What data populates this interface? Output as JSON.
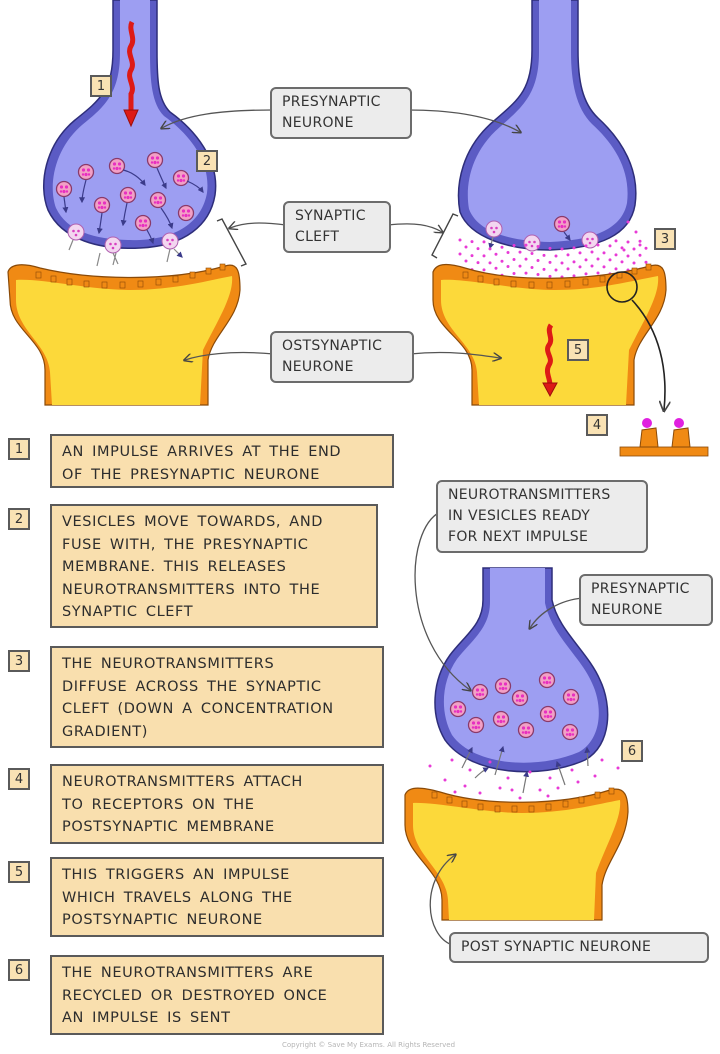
{
  "diagram": {
    "top_left_markers": [
      "1",
      "2"
    ],
    "top_right_markers": [
      "3",
      "5",
      "4"
    ],
    "bottom_marker": "6",
    "labels": {
      "presynaptic": "PRESYNAPTIC NEURONE",
      "presynaptic_line1": "PRESYNAPTIC",
      "presynaptic_line2": "NEURONE",
      "cleft_line1": "SYNAPTIC",
      "cleft_line2": "CLEFT",
      "postsynaptic_line1": "OSTSYNAPTIC",
      "postsynaptic_line2": "NEURONE",
      "vesicles_line1": "NEUROTRANSMITTERS",
      "vesicles_line2": "IN VESICLES READY",
      "vesicles_line3": "FOR NEXT IMPULSE",
      "bottom_presynaptic_line1": "PRESYNAPTIC",
      "bottom_presynaptic_line2": "NEURONE",
      "bottom_postsynaptic": "POST SYNAPTIC NEURONE"
    },
    "colors": {
      "presynaptic_fill": "#9d9ef2",
      "presynaptic_membrane": "#5b5bc4",
      "postsynaptic_fill": "#fcd93a",
      "postsynaptic_membrane": "#f08a14",
      "impulse_arrow": "#dd1a16",
      "neurotransmitter": "#e83ad6",
      "box_fill": "#f9dfae",
      "label_fill": "#ececec"
    }
  },
  "steps": [
    {
      "number": "1",
      "lines": [
        "AN IMPULSE ARRIVES AT THE END",
        "OF THE PRESYNAPTIC NEURONE"
      ]
    },
    {
      "number": "2",
      "lines": [
        "VESICLES MOVE TOWARDS, AND",
        "FUSE WITH, THE PRESYNAPTIC",
        "MEMBRANE. THIS RELEASES",
        "NEUROTRANSMITTERS INTO THE",
        "SYNAPTIC CLEFT"
      ]
    },
    {
      "number": "3",
      "lines": [
        "THE NEUROTRANSMITTERS",
        "DIFFUSE ACROSS THE SYNAPTIC",
        "CLEFT (DOWN A CONCENTRATION",
        "GRADIENT)"
      ]
    },
    {
      "number": "4",
      "lines": [
        "NEUROTRANSMITTERS ATTACH",
        "TO RECEPTORS ON THE",
        "POSTSYNAPTIC MEMBRANE"
      ]
    },
    {
      "number": "5",
      "lines": [
        "THIS TRIGGERS AN IMPULSE",
        "WHICH TRAVELS ALONG THE",
        "POSTSYNAPTIC NEURONE"
      ]
    },
    {
      "number": "6",
      "lines": [
        "THE NEUROTRANSMITTERS ARE",
        "RECYCLED OR DESTROYED ONCE",
        "AN IMPULSE IS SENT"
      ]
    }
  ],
  "footer": {
    "copyright": "Copyright © Save My Exams. All Rights Reserved"
  }
}
